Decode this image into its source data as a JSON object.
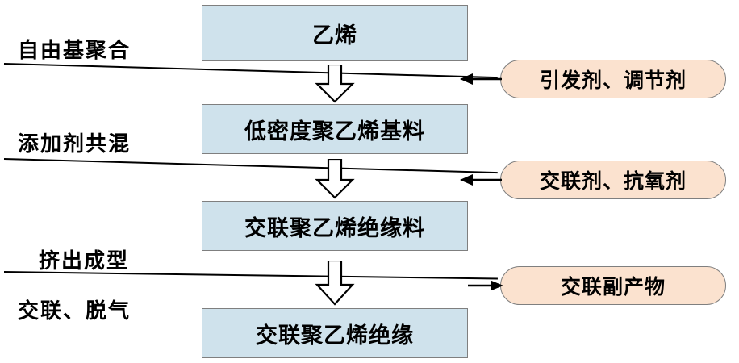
{
  "diagram": {
    "title": "XLPE insulation production flow",
    "colors": {
      "box_fill": "#cfe2ec",
      "pill_fill": "#fbe2cf",
      "stroke": "#7f7f7f",
      "text": "#000000",
      "line": "#000000"
    },
    "process_boxes": [
      {
        "label": "乙烯"
      },
      {
        "label": "低密度聚乙烯基料"
      },
      {
        "label": "交联聚乙烯绝缘料"
      },
      {
        "label": "交联聚乙烯绝缘"
      }
    ],
    "stage_labels": [
      {
        "label": "自由基聚合"
      },
      {
        "label": "添加剂共混"
      },
      {
        "label": "挤出成型"
      },
      {
        "label": "交联、脱气"
      }
    ],
    "side_nodes": [
      {
        "label": "引发剂、调节剂",
        "direction": "in"
      },
      {
        "label": "交联剂、抗氧剂",
        "direction": "in"
      },
      {
        "label": "交联副产物",
        "direction": "out"
      }
    ],
    "flow_arrows": [
      {
        "name": "arrow-ethylene-to-ldpe"
      },
      {
        "name": "arrow-ldpe-to-xlpe-compound"
      },
      {
        "name": "arrow-xlpe-compound-to-insulation"
      }
    ]
  }
}
